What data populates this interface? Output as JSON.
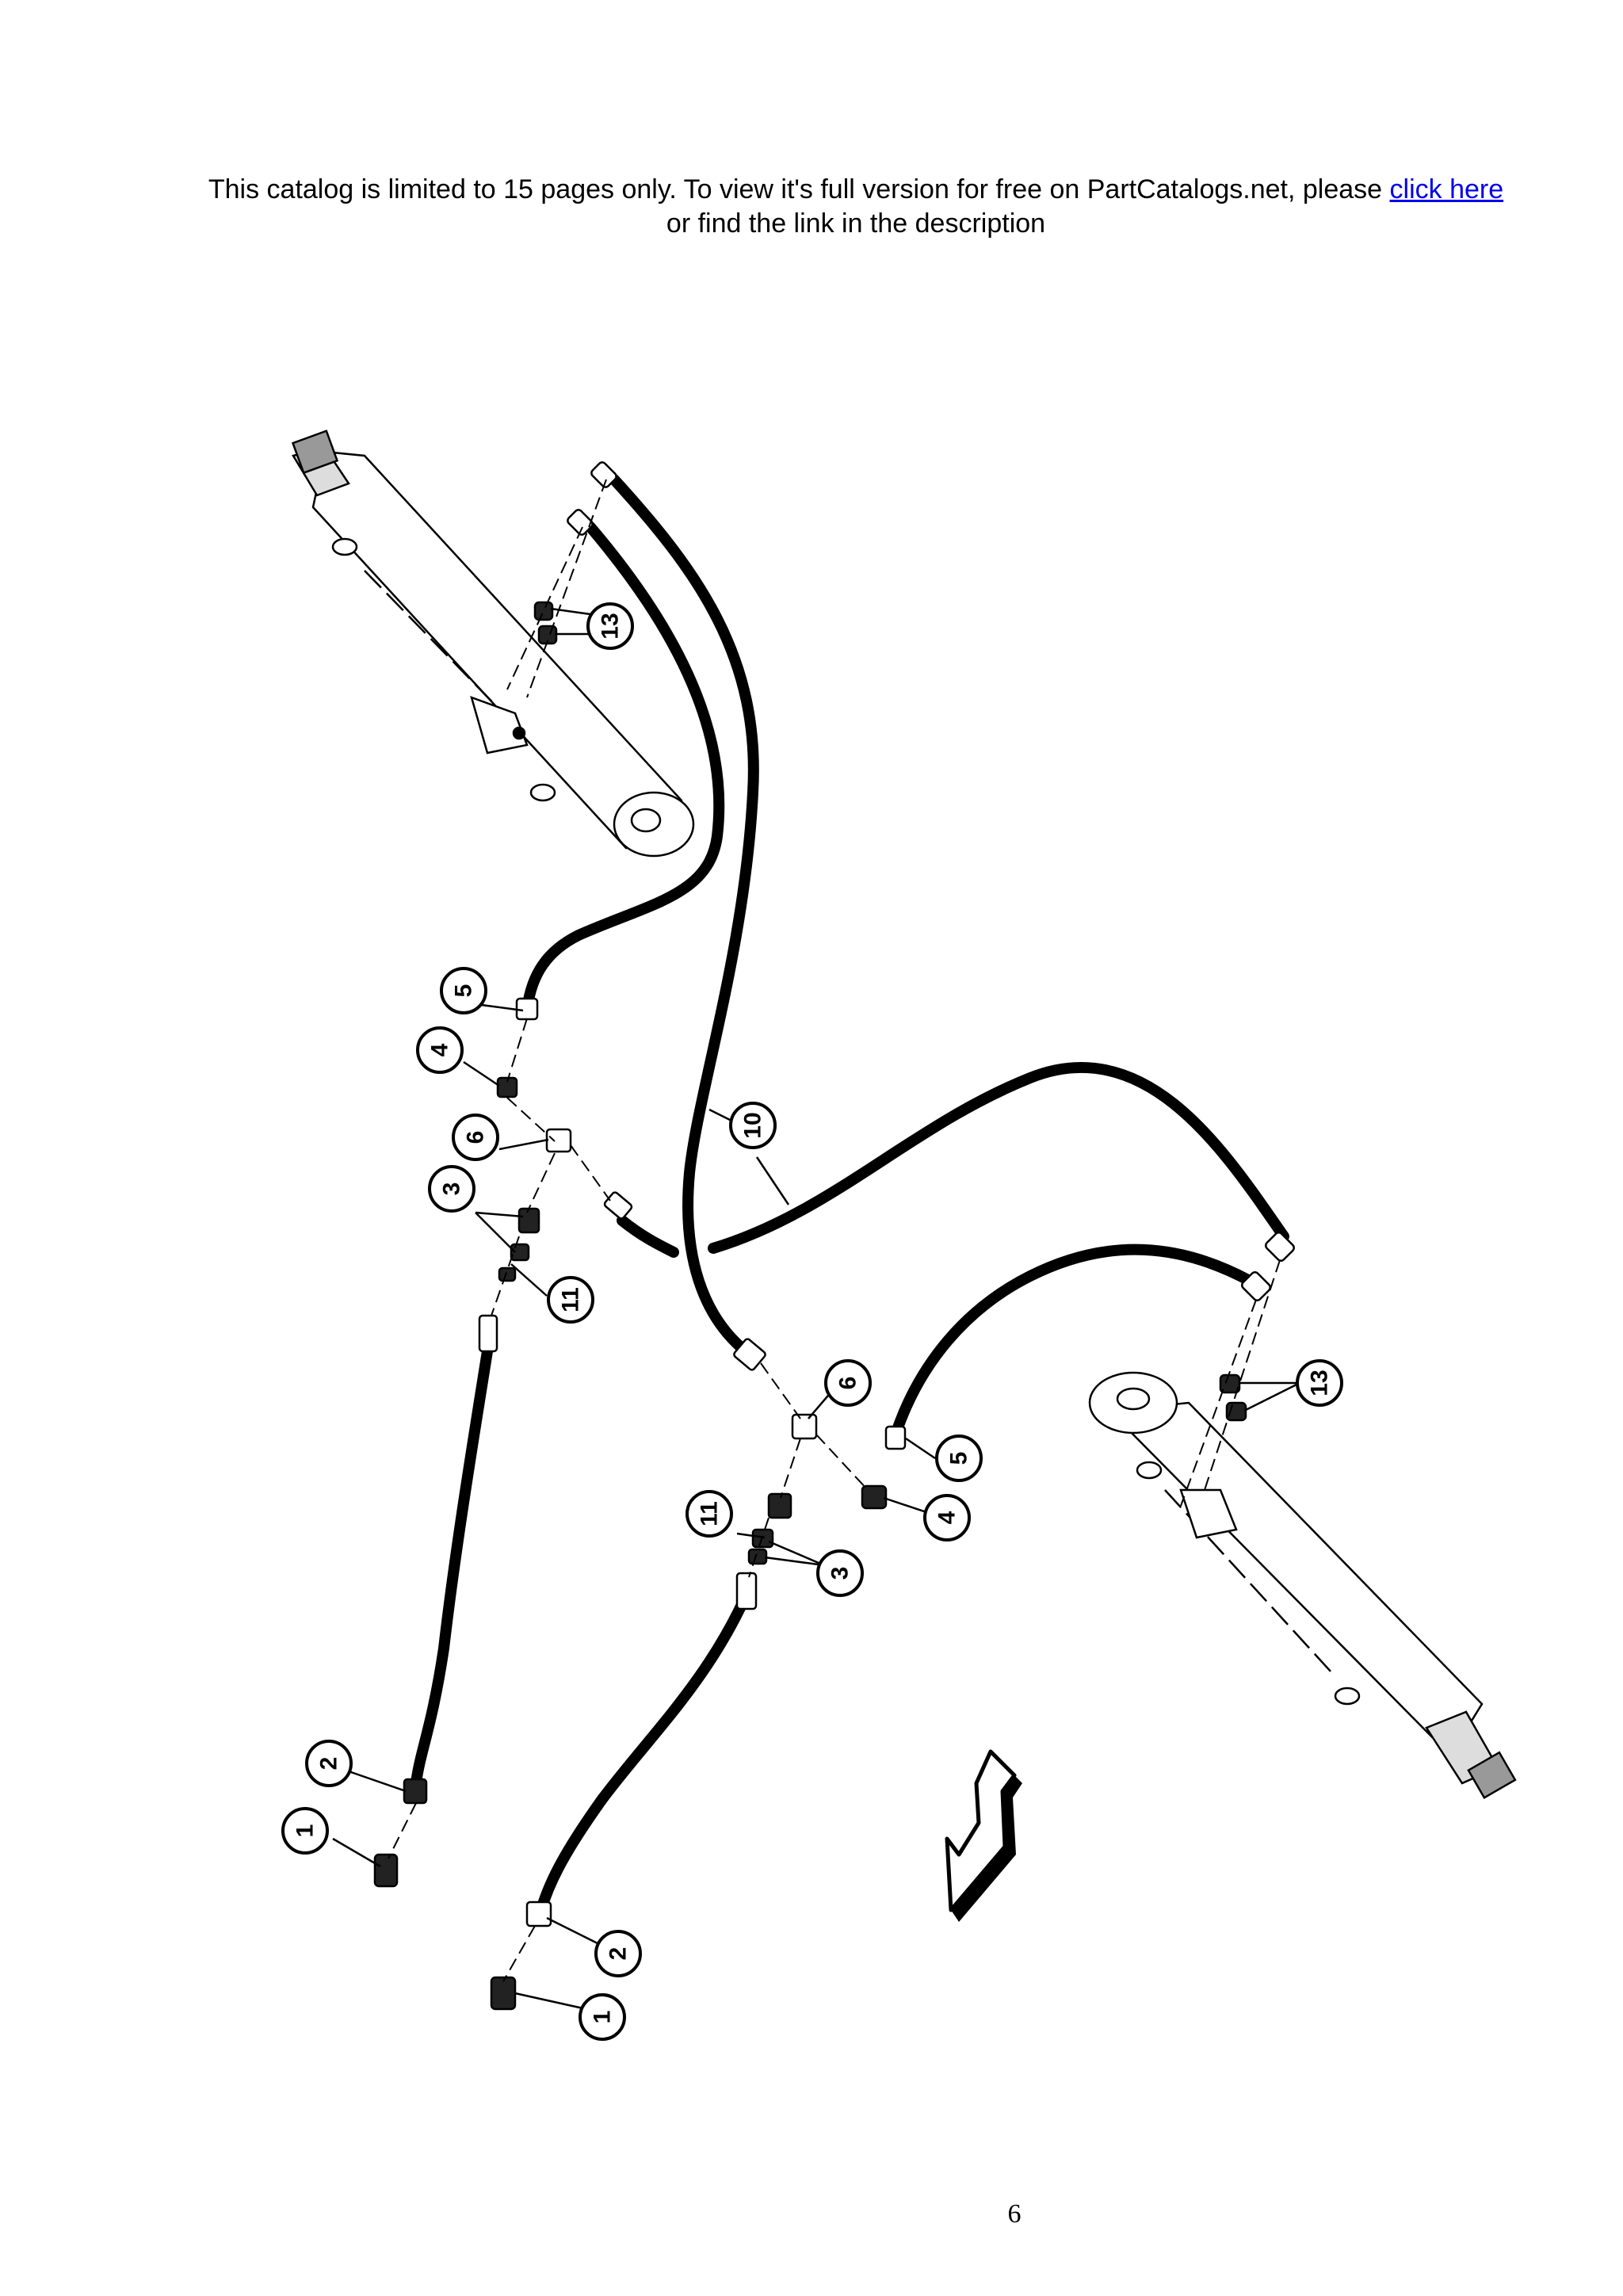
{
  "notice": {
    "line1_text": "This catalog is limited to 15 pages only. To view it's full version for free on PartCatalogs.net, please ",
    "link_text": "click here",
    "line2_text": "or find the link in the description"
  },
  "diagram": {
    "callouts": [
      "1",
      "2",
      "3",
      "4",
      "5",
      "6",
      "10",
      "11",
      "13"
    ],
    "direction_arrow_icon": "front-direction-arrow-icon"
  },
  "page_number": "6"
}
